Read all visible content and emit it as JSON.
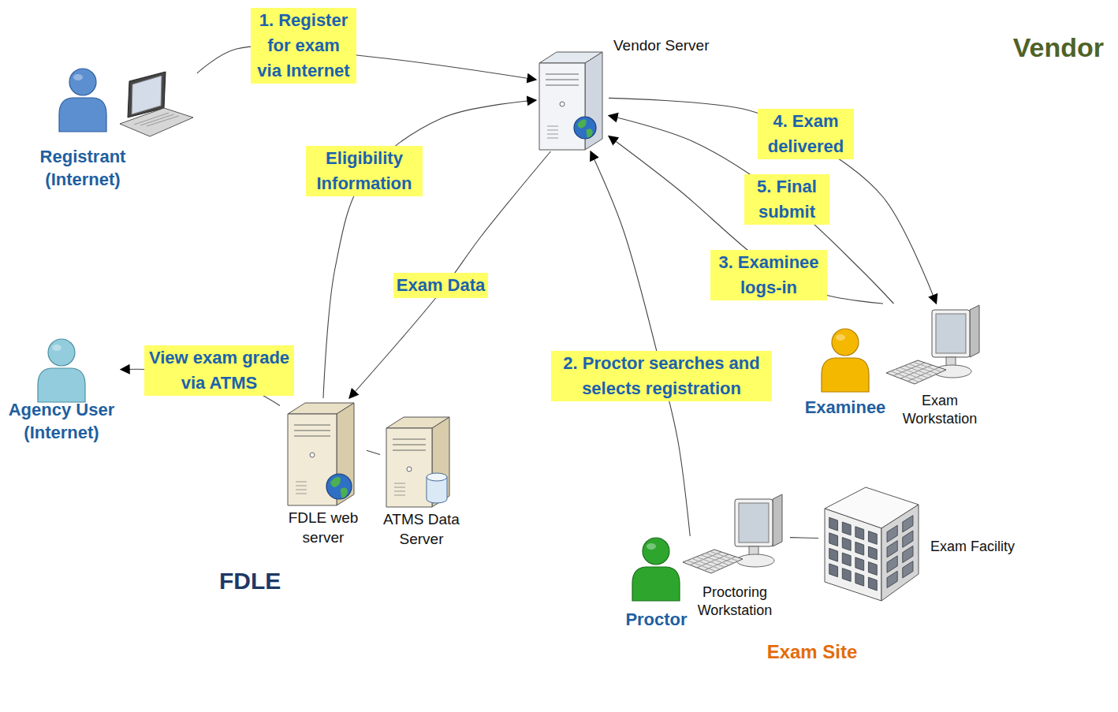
{
  "diagram": {
    "nodes": [
      {
        "text": [
          "Vendor"
        ]
      },
      {
        "text": [
          "Registrant (Internet)"
        ]
      },
      {
        "text": [
          "Vendor Server"
        ],
        "in": 0
      },
      {
        "text": [
          "FDLE"
        ]
      },
      {
        "text": [
          "Agency User (Internet)"
        ]
      },
      {
        "text": [
          "FDLE web server"
        ],
        "in": 3
      },
      {
        "text": [
          "ATMS Data Server"
        ],
        "in": 3
      },
      {
        "text": [
          "Exam Site"
        ],
        "in": 0
      },
      {
        "text": [
          "Examinee"
        ],
        "in": 7
      },
      {
        "text": [
          "Exam Workstation"
        ],
        "in": 7
      },
      {
        "text": [
          "Proctor"
        ],
        "in": 7
      },
      {
        "text": [
          "Proctoring Workstation"
        ],
        "in": 7
      },
      {
        "text": [
          "Exam Facility"
        ],
        "in": 7
      }
    ],
    "edges": [
      {
        "from": 1,
        "to": 2,
        "label": "1. Register for exam via Internet",
        "arrow": "to"
      },
      {
        "from": 5,
        "to": 2,
        "label": "Eligibility Information",
        "arrow": "to"
      },
      {
        "from": 2,
        "to": 5,
        "label": "Exam Data",
        "arrow": "to"
      },
      {
        "from": 5,
        "to": 4,
        "label": "View exam grade via ATMS",
        "arrow": "to"
      },
      {
        "from": 10,
        "to": 2,
        "label": "2. Proctor searches and selects registration",
        "arrow": "to"
      },
      {
        "from": 9,
        "to": 2,
        "label": "3. Examinee logs-in",
        "arrow": "to"
      },
      {
        "from": 9,
        "to": 2,
        "label": "5. Final submit",
        "arrow": "to"
      },
      {
        "from": 2,
        "to": 9,
        "label": "4. Exam delivered",
        "arrow": "to"
      },
      {
        "from": 5,
        "to": 6,
        "arrow": "none"
      },
      {
        "from": 11,
        "to": 12,
        "arrow": "none"
      }
    ]
  }
}
